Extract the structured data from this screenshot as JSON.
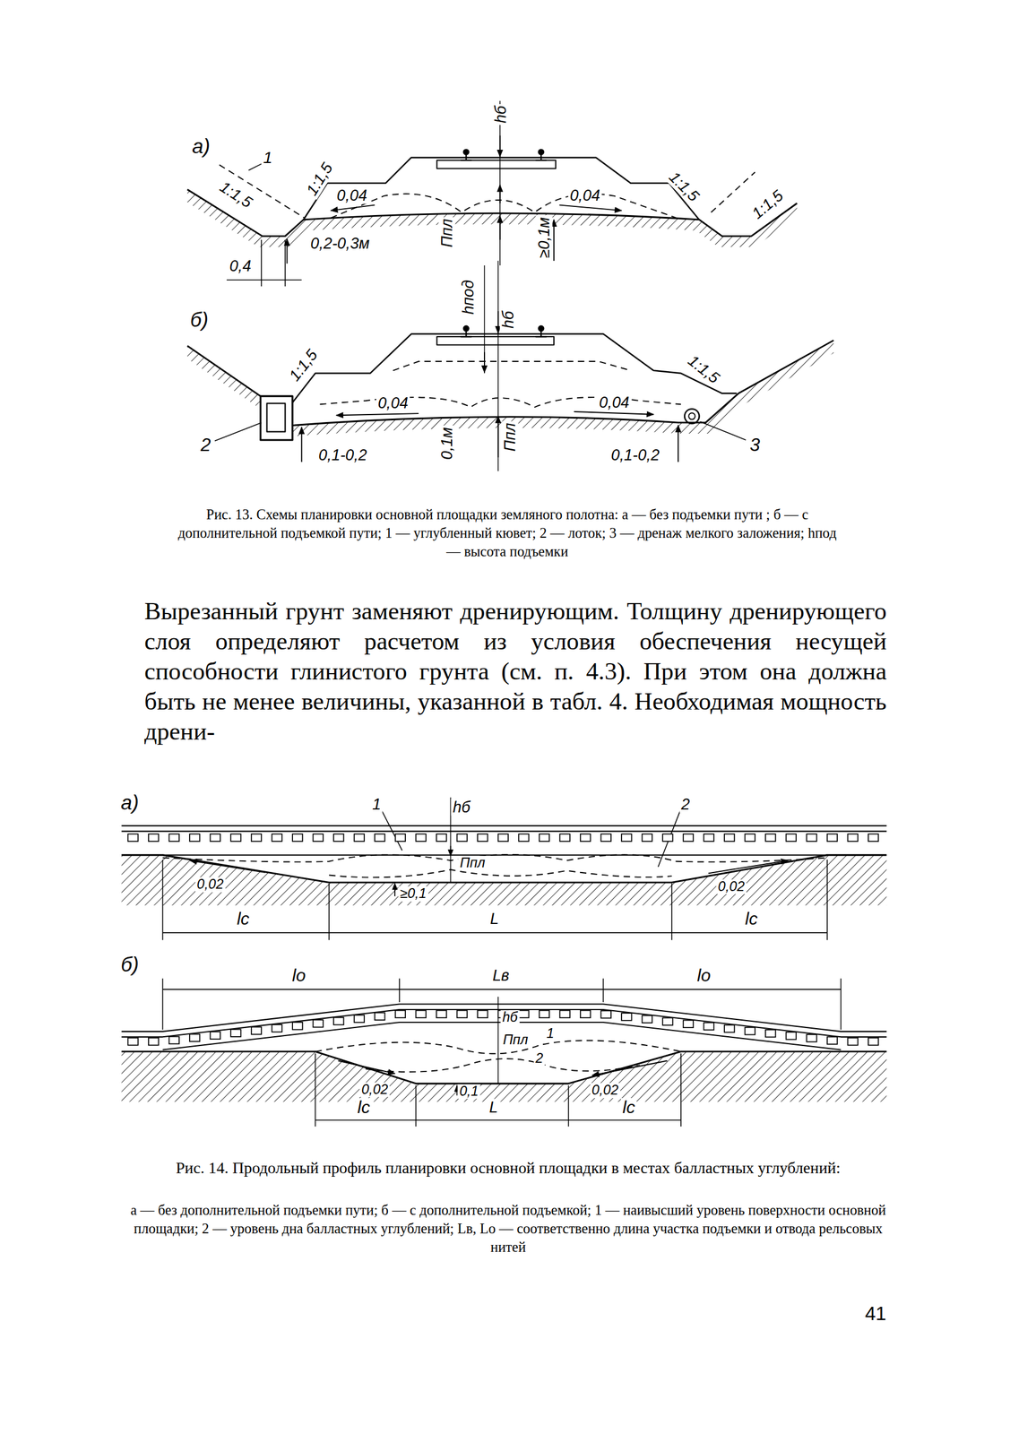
{
  "diagram": {
    "labels": [
      "а)",
      "1",
      "1:1,5",
      "1:1,5",
      "hб",
      "0,04",
      "0,04",
      "1:1,5",
      "1:1,5",
      "0,4",
      "0,2-0,3м",
      "Ппл",
      "≥0,1м",
      "б)",
      "hпод",
      "hб",
      "1:1,5",
      "1:1,5",
      "0,04",
      "0,04",
      "2",
      "0,1-0,2",
      "0,1м",
      "Ппл",
      "0,1-0,2",
      "3",
      "Рис. 13. Схемы планировки основной площадки земляного полотна: а — без подъемки пути ; б — с дополнительной подъемкой пути; 1 — углубленный кювет; 2 — лоток; 3 — дренаж мелкого заложения; hпод — высота подъемки",
      "Вырезанный грунт заменяют дренирующим. Толщину дренирующего слоя определяют расчетом из условия обеспечения несущей способности глинистого грунта (см. п. 4.3). При этом она должна быть не менее величины, указанной в табл. 4. Необходимая мощность дрени-",
      "а)",
      "1",
      "hб",
      "2",
      "Ппл",
      "0,02",
      "≥0,1",
      "0,02",
      "lс",
      "L",
      "lс",
      "б)",
      "lо",
      "Lв",
      "lо",
      "hб",
      "Ппл",
      "1",
      "2",
      "0,02",
      "0,1",
      "0,02",
      "lс",
      "L",
      "lс",
      "Рис. 14. Продольный профиль планировки основной площадки в местах балластных углублений:",
      "а — без дополнительной подъемки пути; б — с дополнительной подъемкой; 1 — наивысший уровень поверхности основной площадки; 2 — уровень дна балластных углублений; Lв, Lо — соответственно длина участка подъемки и отвода рельсовых нитей",
      "41"
    ]
  }
}
